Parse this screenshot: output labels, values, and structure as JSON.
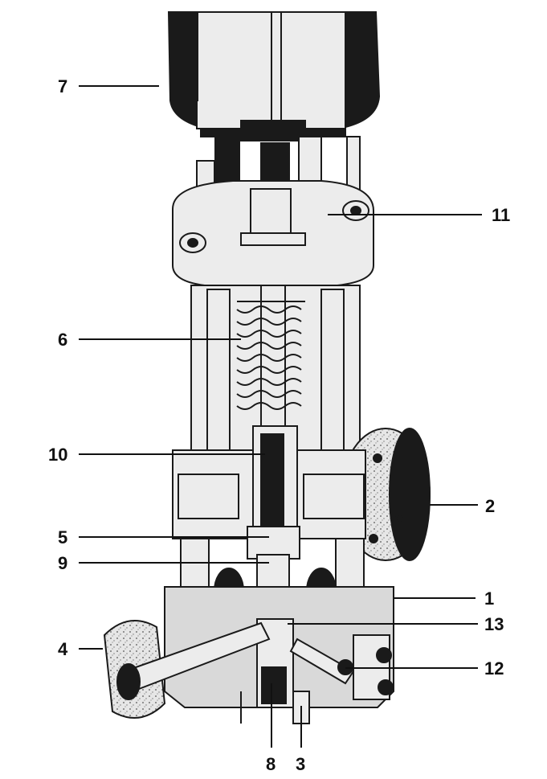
{
  "diagram": {
    "callouts": [
      {
        "id": "c7",
        "text": "7"
      },
      {
        "id": "c11",
        "text": "11"
      },
      {
        "id": "c6",
        "text": "6"
      },
      {
        "id": "c10",
        "text": "10"
      },
      {
        "id": "c2",
        "text": "2"
      },
      {
        "id": "c5",
        "text": "5"
      },
      {
        "id": "c9",
        "text": "9"
      },
      {
        "id": "c1",
        "text": "1"
      },
      {
        "id": "c4",
        "text": "4"
      },
      {
        "id": "c13",
        "text": "13"
      },
      {
        "id": "c12",
        "text": "12"
      },
      {
        "id": "c8",
        "text": "8"
      },
      {
        "id": "c3",
        "text": "3"
      }
    ],
    "colors": {
      "ink": "#1a1a1a",
      "metal": "#ececec",
      "cast": "#d9d9d9",
      "background": "#ffffff"
    }
  }
}
